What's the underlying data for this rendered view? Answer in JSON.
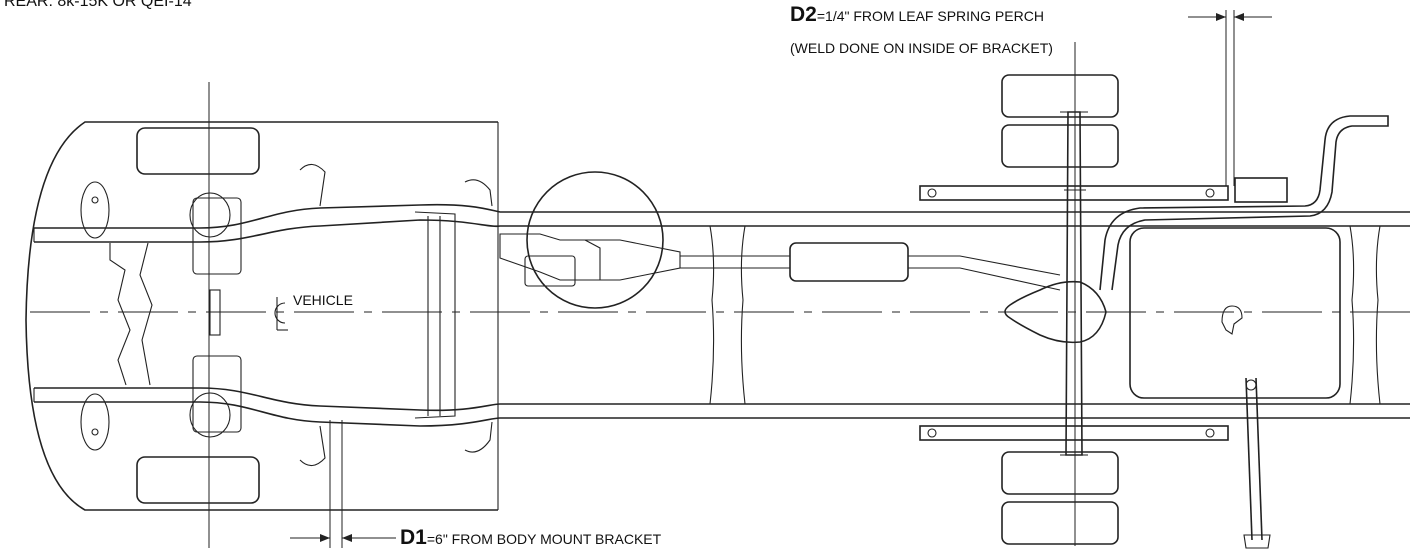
{
  "header": {
    "text": "REAR: 8k-15K OR QEI-14"
  },
  "callouts": {
    "d2": {
      "tag": "D2",
      "text": "=1/4\" FROM LEAF SPRING PERCH",
      "note": "(WELD DONE ON INSIDE OF BRACKET)"
    },
    "d1": {
      "tag": "D1",
      "text": "=6\" FROM BODY MOUNT BRACKET"
    }
  },
  "centerline": {
    "text": "VEHICLE"
  }
}
